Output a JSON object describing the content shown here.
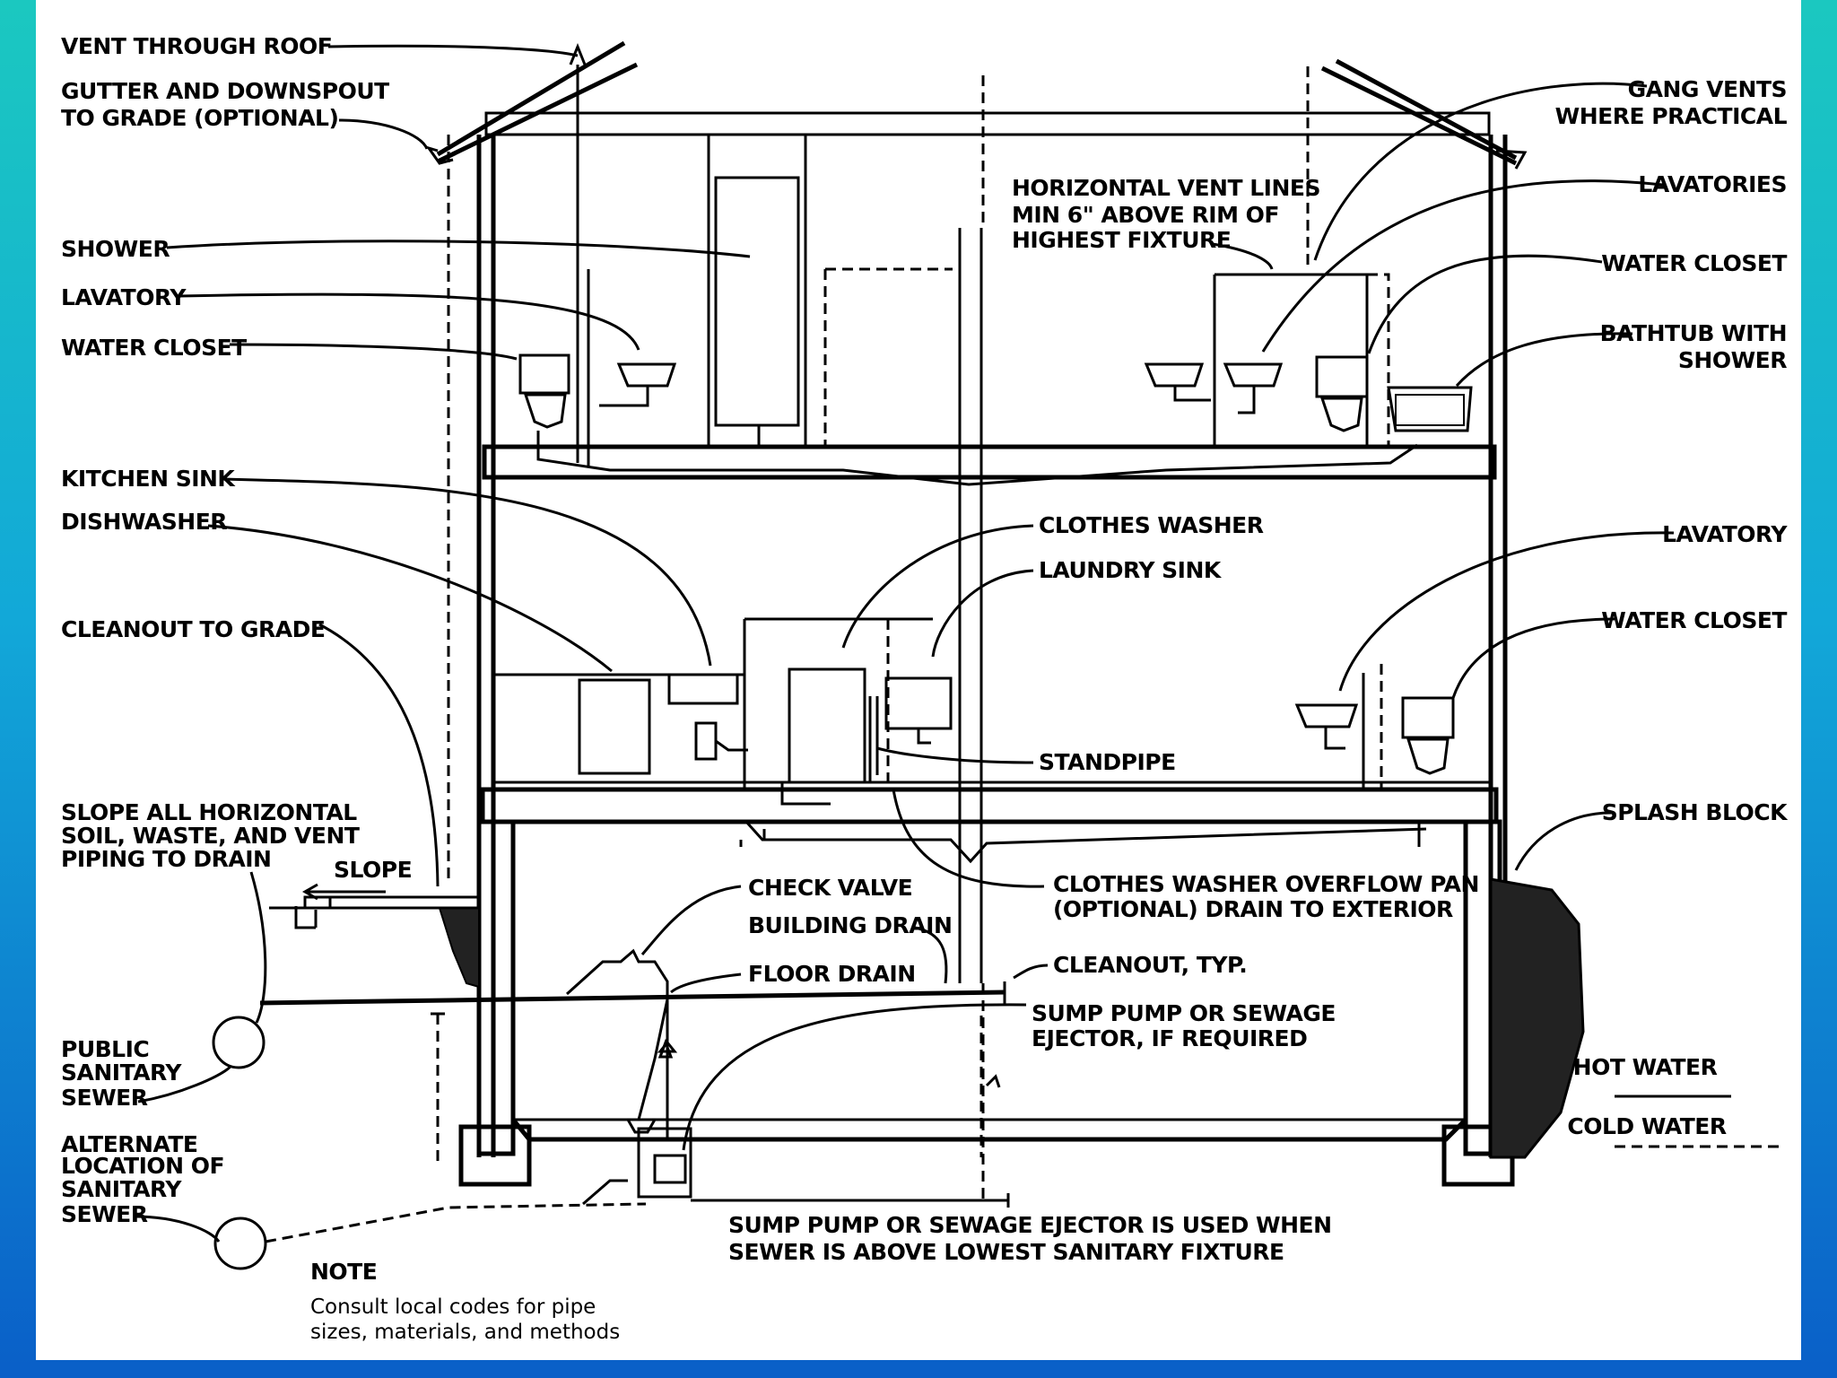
{
  "labels": {
    "vent_roof": "VENT THROUGH ROOF",
    "gutter_1": "GUTTER AND DOWNSPOUT",
    "gutter_2": "TO GRADE (OPTIONAL)",
    "shower": "SHOWER",
    "lavatory_upper_left": "LAVATORY",
    "water_closet_upper_left": "WATER CLOSET",
    "kitchen_sink": "KITCHEN SINK",
    "dishwasher": "DISHWASHER",
    "cleanout_grade": "CLEANOUT TO GRADE",
    "slope_1": "SLOPE ALL HORIZONTAL",
    "slope_2": "SOIL, WASTE, AND VENT",
    "slope_3": "PIPING TO DRAIN",
    "slope_arrow": "SLOPE",
    "public_1": "PUBLIC",
    "public_2": "SANITARY",
    "public_3": "SEWER",
    "alt_1": "ALTERNATE",
    "alt_2": "LOCATION OF",
    "alt_3": "SANITARY",
    "alt_4": "SEWER",
    "gang_1": "GANG VENTS",
    "gang_2": "WHERE PRACTICAL",
    "lavatories": "LAVATORIES",
    "water_closet_upper_right": "WATER CLOSET",
    "bathtub_1": "BATHTUB WITH",
    "bathtub_2": "SHOWER",
    "horiz_1": "HORIZONTAL VENT LINES",
    "horiz_2": "MIN 6\" ABOVE RIM OF",
    "horiz_3": "HIGHEST FIXTURE",
    "clothes_washer": "CLOTHES WASHER",
    "laundry_sink": "LAUNDRY SINK",
    "lavatory_right": "LAVATORY",
    "water_closet_right": "WATER CLOSET",
    "standpipe": "STANDPIPE",
    "splash_block": "SPLASH BLOCK",
    "check_valve": "CHECK VALVE",
    "building_drain": "BUILDING DRAIN",
    "floor_drain": "FLOOR DRAIN",
    "overflow_1": "CLOTHES WASHER OVERFLOW PAN",
    "overflow_2": "(OPTIONAL) DRAIN TO EXTERIOR",
    "cleanout_typ": "CLEANOUT, TYP.",
    "sump_1": "SUMP PUMP OR SEWAGE",
    "sump_2": "EJECTOR, IF REQUIRED",
    "sump_note_1": "SUMP PUMP OR SEWAGE EJECTOR IS USED WHEN",
    "sump_note_2": "SEWER IS ABOVE LOWEST SANITARY FIXTURE"
  },
  "legend": {
    "hot": "HOT WATER",
    "cold": "COLD WATER"
  },
  "note": {
    "title": "NOTE",
    "line1": "Consult local codes for pipe",
    "line2": "sizes, materials, and methods"
  }
}
